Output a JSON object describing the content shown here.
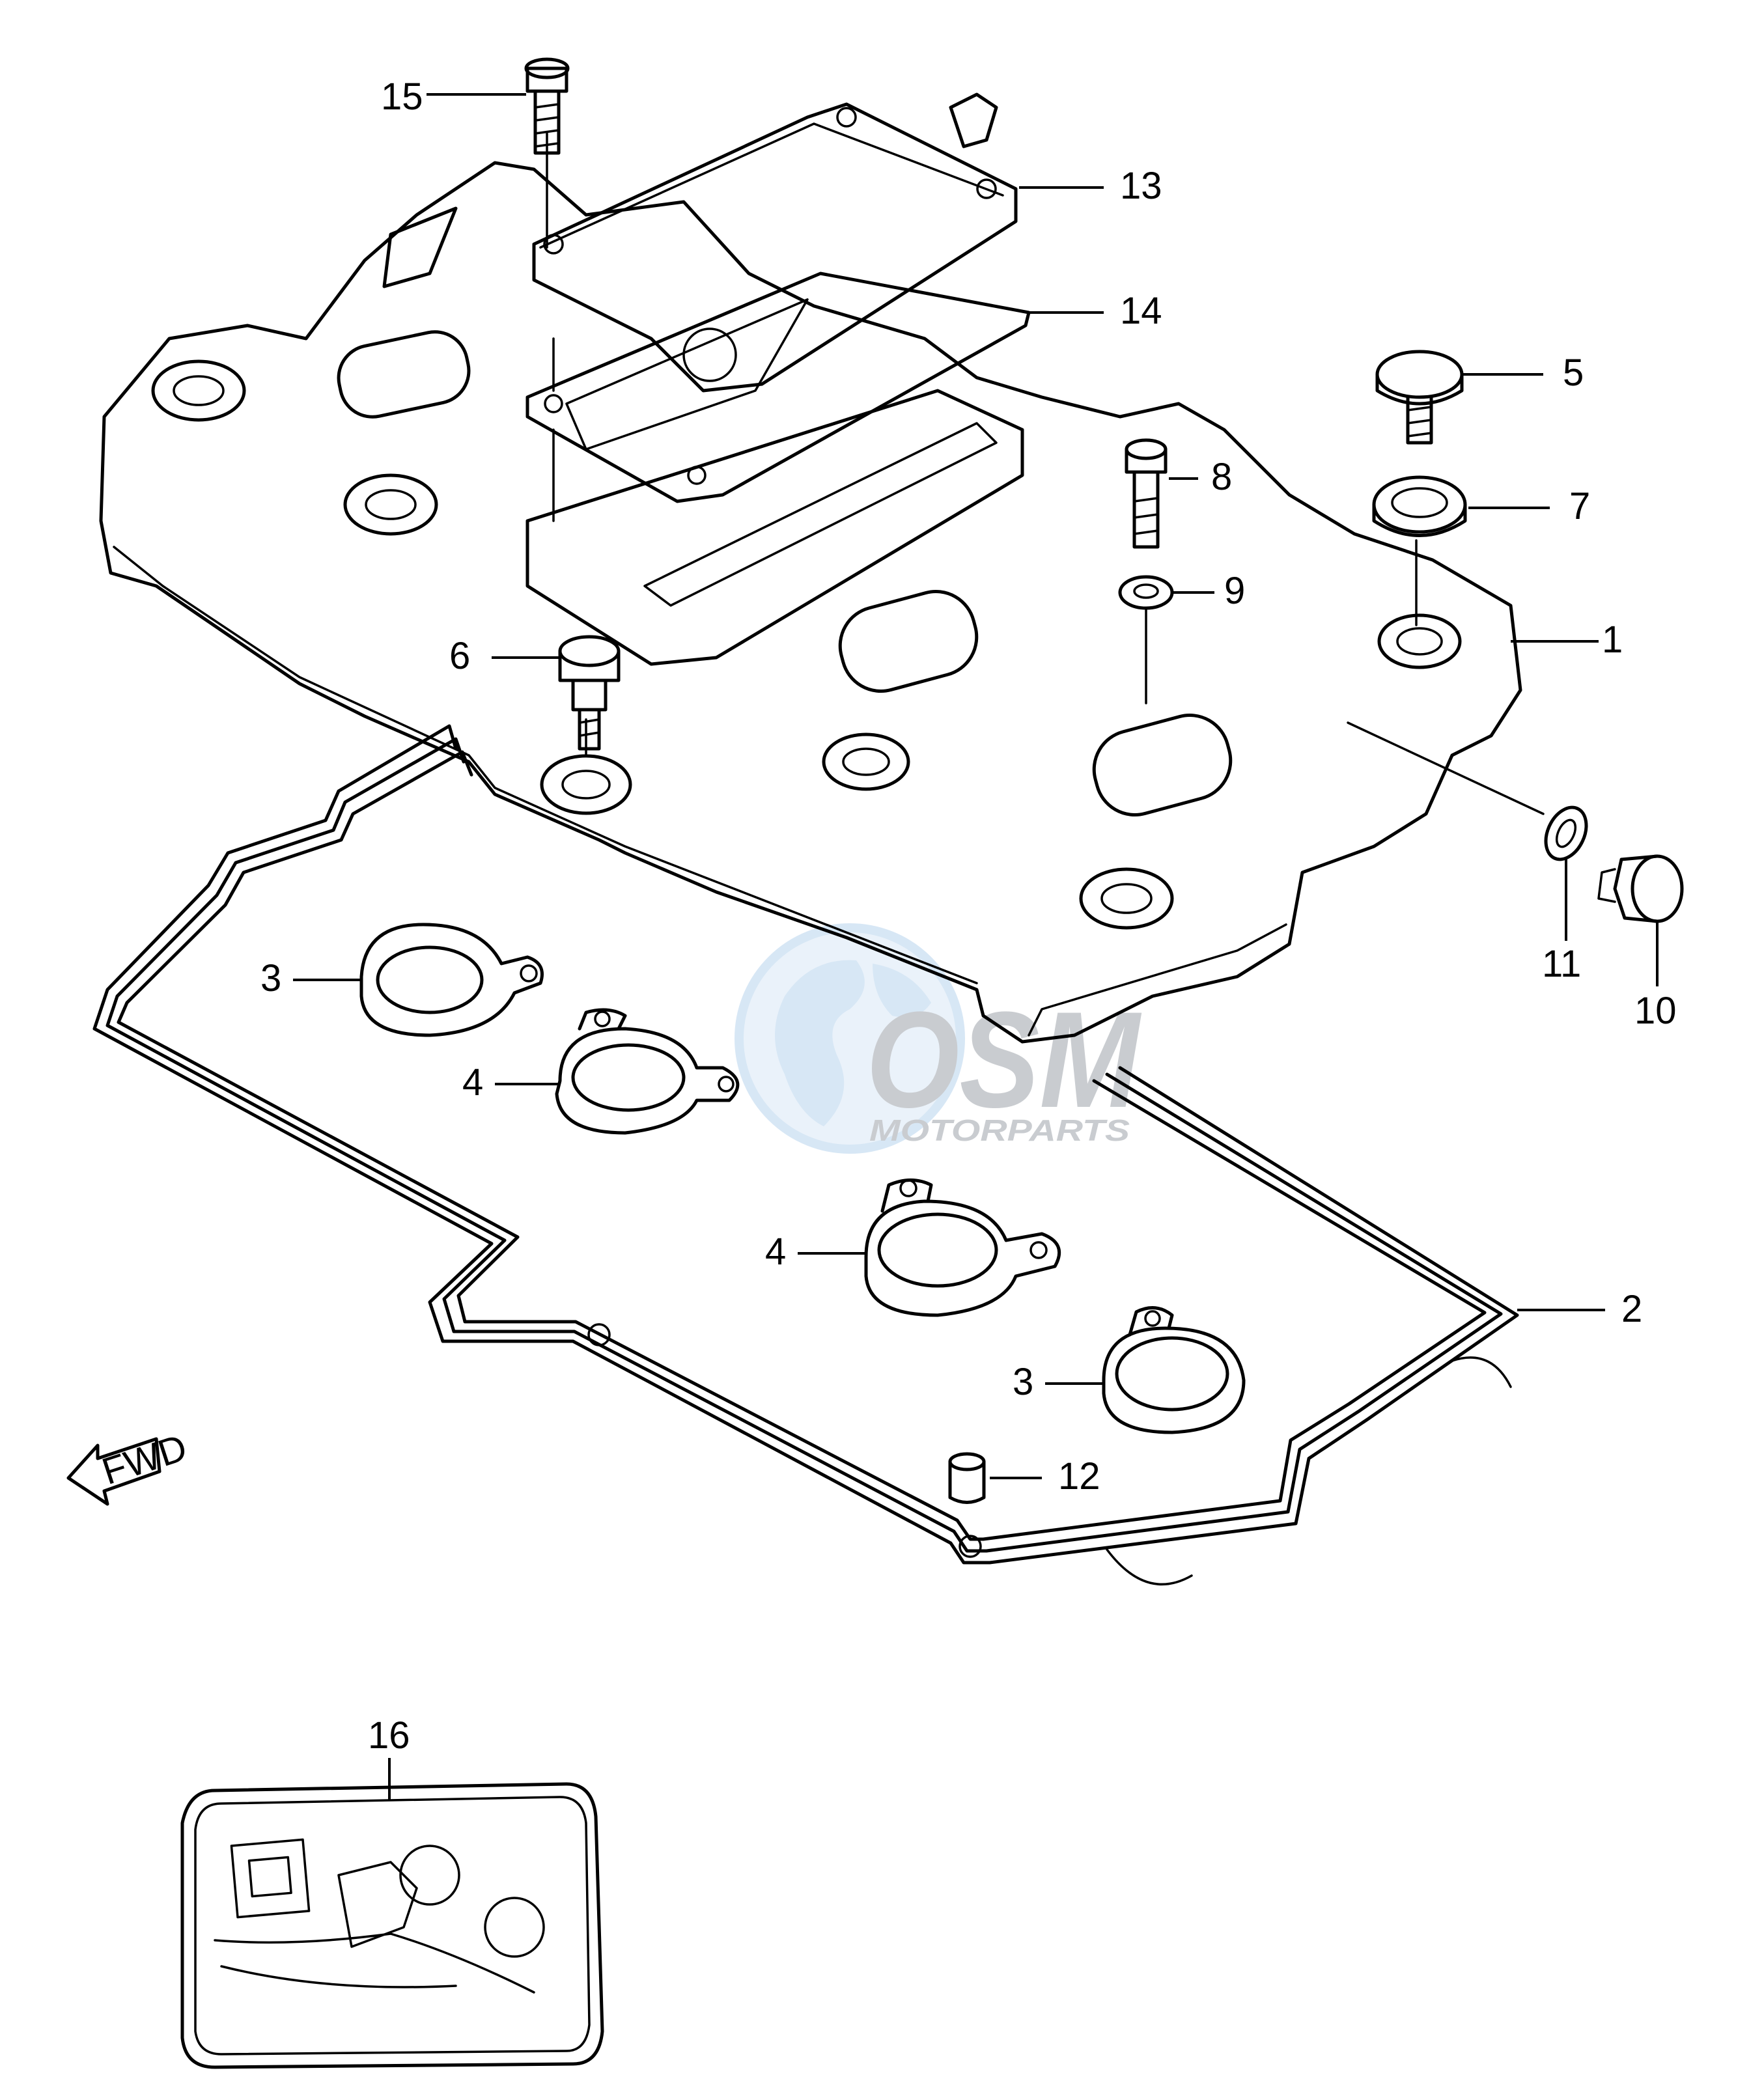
{
  "diagram": {
    "callouts": [
      {
        "id": "c15",
        "label": "15"
      },
      {
        "id": "c13",
        "label": "13"
      },
      {
        "id": "c14",
        "label": "14"
      },
      {
        "id": "c5",
        "label": "5"
      },
      {
        "id": "c8",
        "label": "8"
      },
      {
        "id": "c7",
        "label": "7"
      },
      {
        "id": "c9",
        "label": "9"
      },
      {
        "id": "c1",
        "label": "1"
      },
      {
        "id": "c6",
        "label": "6"
      },
      {
        "id": "c11",
        "label": "11"
      },
      {
        "id": "c10",
        "label": "10"
      },
      {
        "id": "c3a",
        "label": "3"
      },
      {
        "id": "c4a",
        "label": "4"
      },
      {
        "id": "c4b",
        "label": "4"
      },
      {
        "id": "c2",
        "label": "2"
      },
      {
        "id": "c3b",
        "label": "3"
      },
      {
        "id": "c12",
        "label": "12"
      },
      {
        "id": "c16",
        "label": "16"
      }
    ],
    "direction_arrow": "FWD"
  },
  "watermark": {
    "logo_text": "OSM",
    "subtext": "MOTORPARTS",
    "icon": "globe-icon",
    "color": "#c9ccd0",
    "accent": "#d7e7f5"
  }
}
